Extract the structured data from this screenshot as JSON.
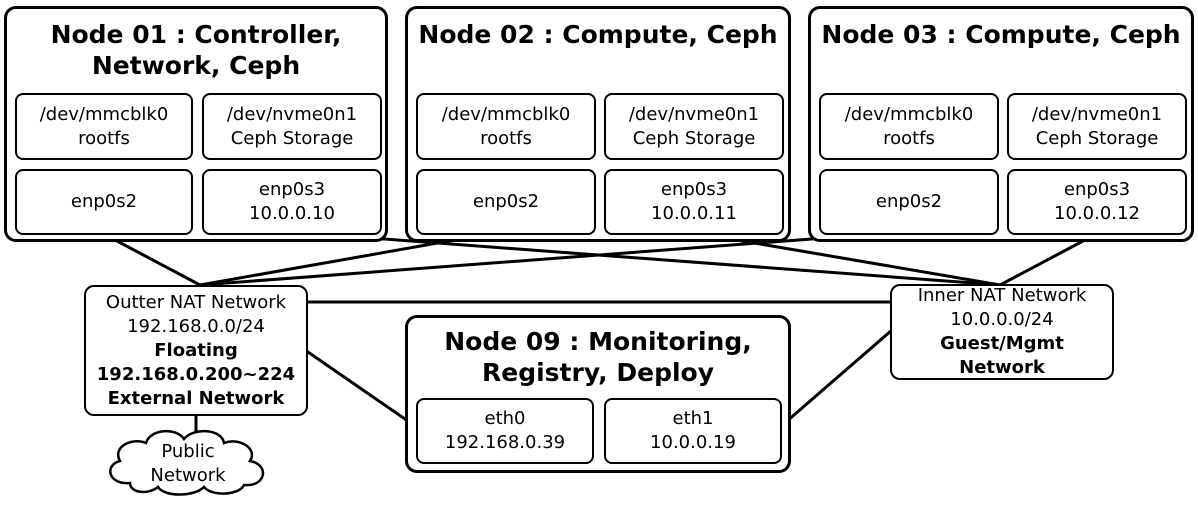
{
  "nodes": [
    {
      "id": "node01",
      "title_lines": [
        "Node 01 : Controller,",
        "Network, Ceph"
      ],
      "disk1": [
        "/dev/mmcblk0",
        "rootfs"
      ],
      "disk2": [
        "/dev/nvme0n1",
        "Ceph Storage"
      ],
      "nic1": [
        "enp0s2"
      ],
      "nic2": [
        "enp0s3",
        "10.0.0.10"
      ]
    },
    {
      "id": "node02",
      "title_lines": [
        "Node 02 : Compute, Ceph"
      ],
      "disk1": [
        "/dev/mmcblk0",
        "rootfs"
      ],
      "disk2": [
        "/dev/nvme0n1",
        "Ceph Storage"
      ],
      "nic1": [
        "enp0s2"
      ],
      "nic2": [
        "enp0s3",
        "10.0.0.11"
      ]
    },
    {
      "id": "node03",
      "title_lines": [
        "Node 03 : Compute, Ceph"
      ],
      "disk1": [
        "/dev/mmcblk0",
        "rootfs"
      ],
      "disk2": [
        "/dev/nvme0n1",
        "Ceph Storage"
      ],
      "nic1": [
        "enp0s2"
      ],
      "nic2": [
        "enp0s3",
        "10.0.0.12"
      ]
    }
  ],
  "node09": {
    "title_lines": [
      "Node 09 : Monitoring,",
      "Registry, Deploy"
    ],
    "eth0": [
      "eth0",
      "192.168.0.39"
    ],
    "eth1": [
      "eth1",
      "10.0.0.19"
    ]
  },
  "outer_net": {
    "line1": "Outter NAT Network",
    "line2": "192.168.0.0/24",
    "bold1": "Floating",
    "bold2": "192.168.0.200~224",
    "bold3": "External Network"
  },
  "inner_net": {
    "line1": "Inner NAT Network",
    "line2": "10.0.0.0/24",
    "bold1": "Guest/Mgmt",
    "bold2": "Network"
  },
  "cloud": {
    "line1": "Public",
    "line2": "Network"
  }
}
